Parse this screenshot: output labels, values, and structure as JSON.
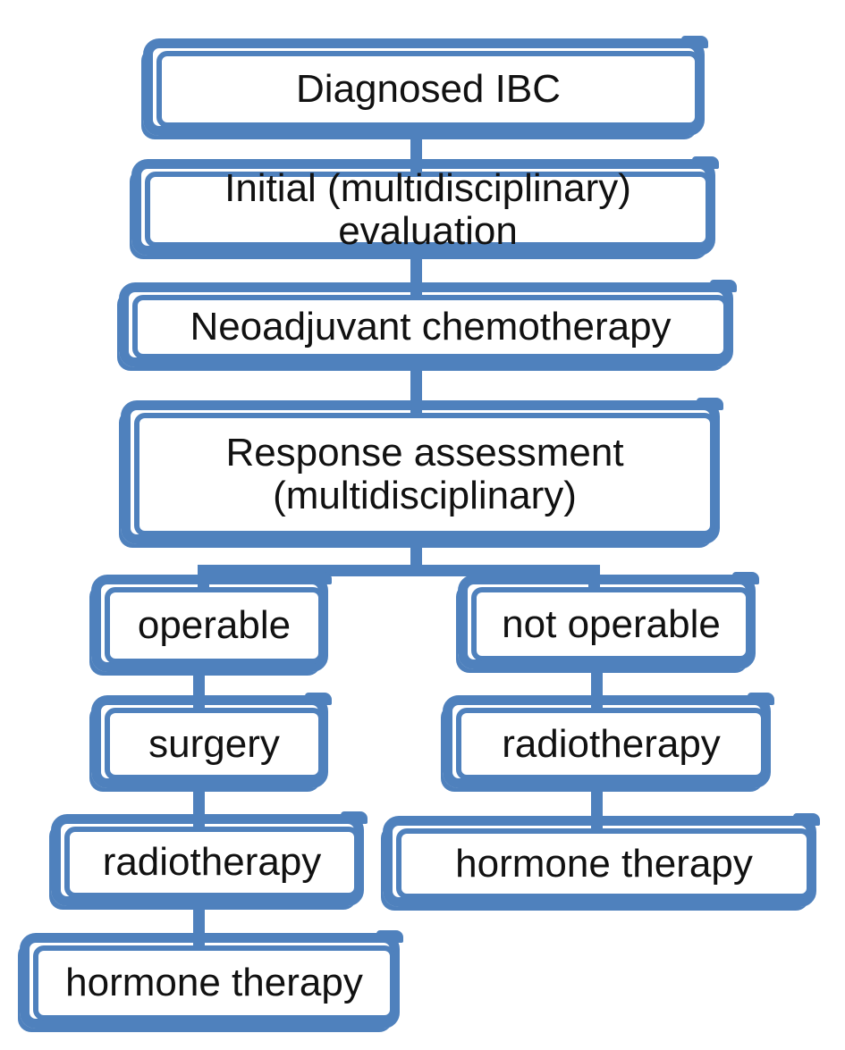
{
  "colors": {
    "accent": "#4f81bd",
    "text": "#111111",
    "background": "#ffffff"
  },
  "flowchart": {
    "nodes": [
      {
        "id": "diagnosed-ibc",
        "label": "Diagnosed IBC"
      },
      {
        "id": "initial-evaluation",
        "label": "Initial (multidisciplinary) evaluation"
      },
      {
        "id": "neoadjuvant-chemotherapy",
        "label": "Neoadjuvant chemotherapy"
      },
      {
        "id": "response-assessment",
        "label": "Response assessment (multidisciplinary)"
      },
      {
        "id": "operable",
        "label": "operable"
      },
      {
        "id": "not-operable",
        "label": "not operable"
      },
      {
        "id": "surgery",
        "label": "surgery"
      },
      {
        "id": "radiotherapy-operable",
        "label": "radiotherapy"
      },
      {
        "id": "hormone-therapy-operable",
        "label": "hormone therapy"
      },
      {
        "id": "radiotherapy-not-operable",
        "label": "radiotherapy"
      },
      {
        "id": "hormone-therapy-not-operable",
        "label": "hormone therapy"
      }
    ],
    "edges": [
      [
        "diagnosed-ibc",
        "initial-evaluation"
      ],
      [
        "initial-evaluation",
        "neoadjuvant-chemotherapy"
      ],
      [
        "neoadjuvant-chemotherapy",
        "response-assessment"
      ],
      [
        "response-assessment",
        "operable"
      ],
      [
        "response-assessment",
        "not-operable"
      ],
      [
        "operable",
        "surgery"
      ],
      [
        "surgery",
        "radiotherapy-operable"
      ],
      [
        "radiotherapy-operable",
        "hormone-therapy-operable"
      ],
      [
        "not-operable",
        "radiotherapy-not-operable"
      ],
      [
        "radiotherapy-not-operable",
        "hormone-therapy-not-operable"
      ]
    ]
  }
}
